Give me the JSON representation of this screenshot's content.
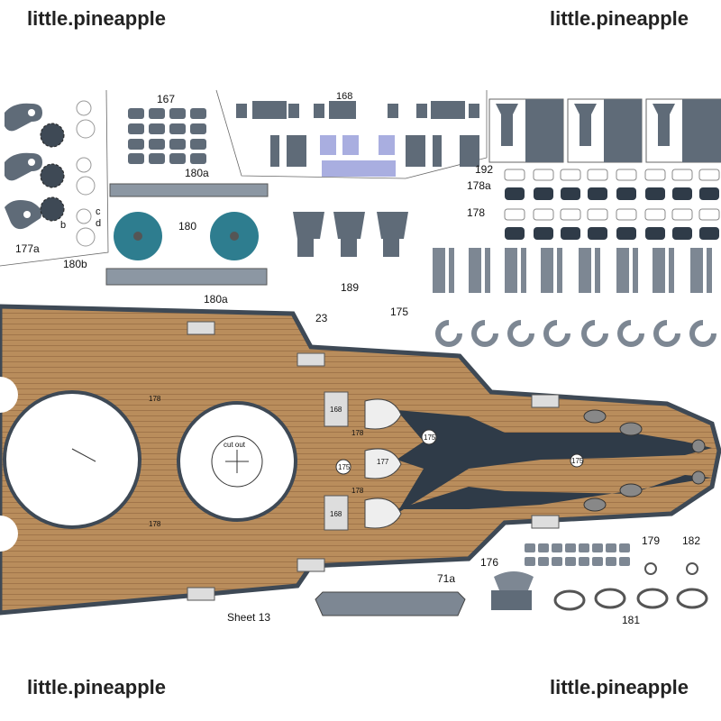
{
  "watermarks": [
    "little.pineapple",
    "little.pineapple",
    "little.pineapple",
    "little.pineapple"
  ],
  "sheet_label": "Sheet 13",
  "cutout_label": "cut out",
  "part_labels": {
    "p167": "167",
    "p168": "168",
    "p177a": "177a",
    "p180a_top": "180a",
    "p180": "180",
    "p180b": "180b",
    "p180a_bot": "180a",
    "pb": "b",
    "pc": "c",
    "pd": "d",
    "p189": "189",
    "p192": "192",
    "p178a": "178a",
    "p178": "178",
    "p175": "175",
    "p23": "23",
    "p71a": "71a",
    "p176": "176",
    "p179": "179",
    "p182": "182",
    "p181": "181",
    "d168a": "168",
    "d168b": "168",
    "d178a": "178",
    "d178b": "178",
    "d178c": "178",
    "d178d": "178",
    "d177": "177",
    "d175a": "175",
    "d175b": "175",
    "d175c": "175"
  },
  "colors": {
    "deck": "#b5895a",
    "deck_plank": "#9c7248",
    "gray": "#5f6b78",
    "dark": "#2f3b48",
    "teal": "#2e7d8f",
    "lavender": "#a9aee0"
  }
}
